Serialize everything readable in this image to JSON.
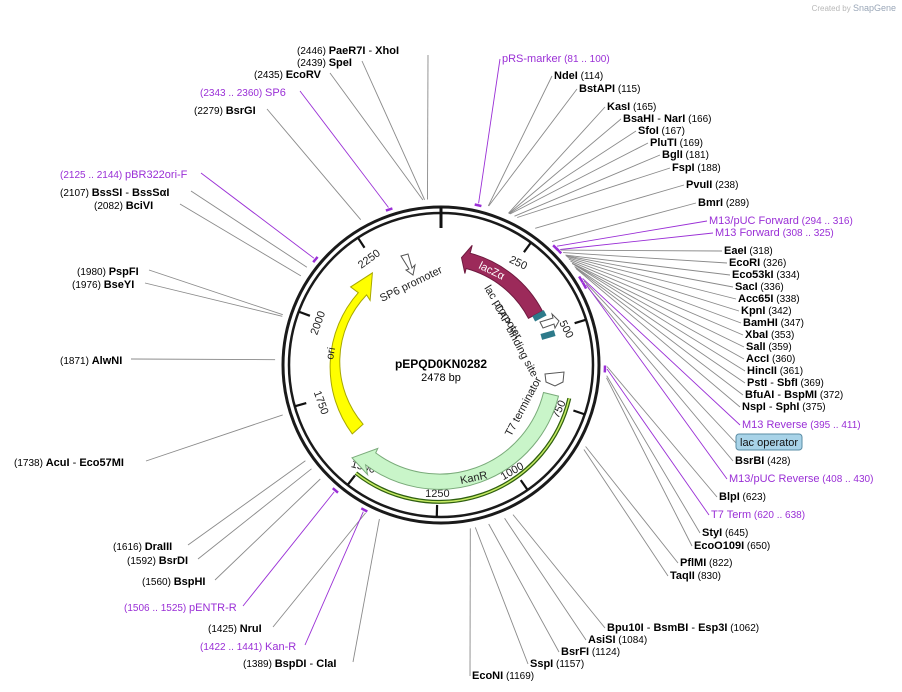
{
  "credit": {
    "prefix": "Created by",
    "brand": "SnapGene"
  },
  "plasmid": {
    "name": "pEPQD0KN0282",
    "length_label": "2478 bp",
    "length_bp": 2478
  },
  "ticks": [
    {
      "bp": 250,
      "label": "250"
    },
    {
      "bp": 500,
      "label": "500"
    },
    {
      "bp": 750,
      "label": "750"
    },
    {
      "bp": 1000,
      "label": "1000"
    },
    {
      "bp": 1250,
      "label": "1250"
    },
    {
      "bp": 1500,
      "label": "1500"
    },
    {
      "bp": 1750,
      "label": "1750"
    },
    {
      "bp": 2000,
      "label": "2000"
    },
    {
      "bp": 2250,
      "label": "2250"
    }
  ],
  "features": [
    {
      "id": "lacza",
      "label": "lacZα",
      "color": "#9c2a5a"
    },
    {
      "id": "kanr",
      "label": "KanR",
      "color": "#c9f5c9"
    },
    {
      "id": "ori",
      "label": "ori",
      "color": "#ffff00"
    },
    {
      "id": "sp6-promoter",
      "label": "SP6 promoter"
    },
    {
      "id": "lac-promoter",
      "label": "lac promoter"
    },
    {
      "id": "cap-site",
      "label": "CAP binding site"
    },
    {
      "id": "t7-terminator",
      "label": "T7 terminator"
    }
  ],
  "colors": {
    "enzyme": "#000000",
    "primer": "#9a2fd6",
    "backbone": "#1a1a1a",
    "operator_box": "#a8d3e8"
  },
  "labels": [
    {
      "num": "(2446)",
      "name": "PaeR7I",
      "name2": "XhoI",
      "type": "enzyme"
    },
    {
      "num": "(2439)",
      "name": "SpeI",
      "type": "enzyme"
    },
    {
      "num": "(2435)",
      "name": "EcoRV",
      "type": "enzyme"
    },
    {
      "num": "(2343 .. 2360)",
      "name": "SP6",
      "type": "primer"
    },
    {
      "num": "(2279)",
      "name": "BsrGI",
      "type": "enzyme"
    },
    {
      "num": "(2125 .. 2144)",
      "name": "pBR322ori-F",
      "type": "primer"
    },
    {
      "num": "(2107)",
      "name": "BssSI",
      "name2": "BssSαI",
      "type": "enzyme"
    },
    {
      "num": "(2082)",
      "name": "BciVI",
      "type": "enzyme"
    },
    {
      "num": "(1980)",
      "name": "PspFI",
      "type": "enzyme"
    },
    {
      "num": "(1976)",
      "name": "BseYI",
      "type": "enzyme"
    },
    {
      "num": "(1871)",
      "name": "AlwNI",
      "type": "enzyme"
    },
    {
      "num": "(1738)",
      "name": "AcuI",
      "name2": "Eco57MI",
      "type": "enzyme"
    },
    {
      "num": "(1616)",
      "name": "DraIII",
      "type": "enzyme"
    },
    {
      "num": "(1592)",
      "name": "BsrDI",
      "type": "enzyme"
    },
    {
      "num": "(1560)",
      "name": "BspHI",
      "type": "enzyme"
    },
    {
      "num": "(1506 .. 1525)",
      "name": "pENTR-R",
      "type": "primer"
    },
    {
      "num": "(1425)",
      "name": "NruI",
      "type": "enzyme"
    },
    {
      "num": "(1422 .. 1441)",
      "name": "Kan-R",
      "type": "primer"
    },
    {
      "num": "(1389)",
      "name": "BspDI",
      "name2": "ClaI",
      "type": "enzyme"
    },
    {
      "name": "pRS-marker",
      "num": "(81 .. 100)",
      "type": "primer"
    },
    {
      "name": "NdeI",
      "num": "(114)",
      "type": "enzyme"
    },
    {
      "name": "BstAPI",
      "num": "(115)",
      "type": "enzyme"
    },
    {
      "name": "KasI",
      "num": "(165)",
      "type": "enzyme"
    },
    {
      "name": "BsaHI",
      "name2": "NarI",
      "num": "(166)",
      "type": "enzyme"
    },
    {
      "name": "SfoI",
      "num": "(167)",
      "type": "enzyme"
    },
    {
      "name": "PluTI",
      "num": "(169)",
      "type": "enzyme"
    },
    {
      "name": "BglI",
      "num": "(181)",
      "type": "enzyme"
    },
    {
      "name": "FspI",
      "num": "(188)",
      "type": "enzyme"
    },
    {
      "name": "PvuII",
      "num": "(238)",
      "type": "enzyme"
    },
    {
      "name": "BmrI",
      "num": "(289)",
      "type": "enzyme"
    },
    {
      "name": "M13/pUC Forward",
      "num": "(294 .. 316)",
      "type": "primer"
    },
    {
      "name": "M13 Forward",
      "num": "(308 .. 325)",
      "type": "primer"
    },
    {
      "name": "EaeI",
      "num": "(318)",
      "type": "enzyme"
    },
    {
      "name": "EcoRI",
      "num": "(326)",
      "type": "enzyme"
    },
    {
      "name": "Eco53kI",
      "num": "(334)",
      "type": "enzyme"
    },
    {
      "name": "SacI",
      "num": "(336)",
      "type": "enzyme"
    },
    {
      "name": "Acc65I",
      "num": "(338)",
      "type": "enzyme"
    },
    {
      "name": "KpnI",
      "num": "(342)",
      "type": "enzyme"
    },
    {
      "name": "BamHI",
      "num": "(347)",
      "type": "enzyme"
    },
    {
      "name": "XbaI",
      "num": "(353)",
      "type": "enzyme"
    },
    {
      "name": "SalI",
      "num": "(359)",
      "type": "enzyme"
    },
    {
      "name": "AccI",
      "num": "(360)",
      "type": "enzyme"
    },
    {
      "name": "HincII",
      "num": "(361)",
      "type": "enzyme"
    },
    {
      "name": "PstI",
      "name2": "SbfI",
      "num": "(369)",
      "type": "enzyme"
    },
    {
      "name": "BfuAI",
      "name2": "BspMI",
      "num": "(372)",
      "type": "enzyme"
    },
    {
      "name": "NspI",
      "name2": "SphI",
      "num": "(375)",
      "type": "enzyme"
    },
    {
      "name": "M13 Reverse",
      "num": "(395 .. 411)",
      "type": "primer"
    },
    {
      "name": "lac operator",
      "type": "box"
    },
    {
      "name": "BsrBI",
      "num": "(428)",
      "type": "enzyme"
    },
    {
      "name": "M13/pUC Reverse",
      "num": "(408 .. 430)",
      "type": "primer"
    },
    {
      "name": "BlpI",
      "num": "(623)",
      "type": "enzyme"
    },
    {
      "name": "T7 Term",
      "num": "(620 .. 638)",
      "type": "primer"
    },
    {
      "name": "StyI",
      "num": "(645)",
      "type": "enzyme"
    },
    {
      "name": "EcoO109I",
      "num": "(650)",
      "type": "enzyme"
    },
    {
      "name": "PflMI",
      "num": "(822)",
      "type": "enzyme"
    },
    {
      "name": "TaqII",
      "num": "(830)",
      "type": "enzyme"
    },
    {
      "name": "Bpu10I",
      "name2": "BsmBI",
      "name3": "Esp3I",
      "num": "(1062)",
      "type": "enzyme"
    },
    {
      "name": "AsiSI",
      "num": "(1084)",
      "type": "enzyme"
    },
    {
      "name": "BsrFI",
      "num": "(1124)",
      "type": "enzyme"
    },
    {
      "name": "SspI",
      "num": "(1157)",
      "type": "enzyme"
    },
    {
      "name": "EcoNI",
      "num": "(1169)",
      "type": "enzyme"
    }
  ]
}
